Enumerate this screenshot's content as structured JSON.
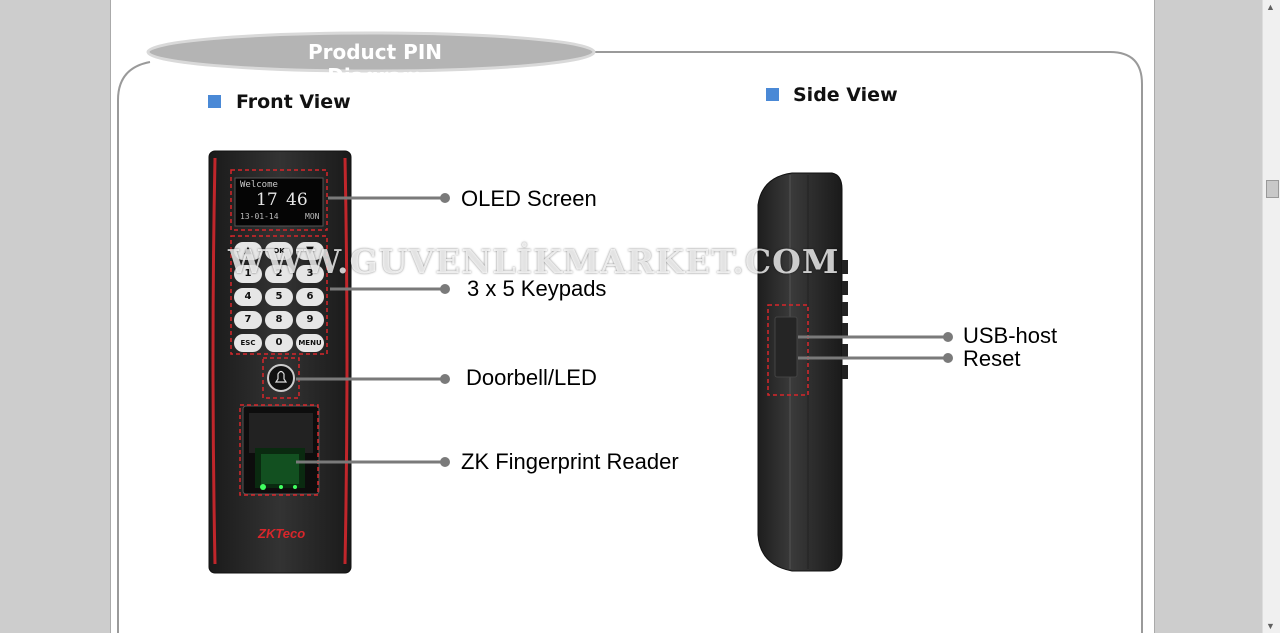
{
  "section_title": "Product PIN Diagram",
  "front_view": {
    "heading": "Front View",
    "screen": {
      "line1": "Welcome",
      "time_h": "17",
      "time_m": "46",
      "date": "13-01-14",
      "day": "MON"
    },
    "keypad": [
      [
        "▲",
        "OK",
        "▼"
      ],
      [
        "1",
        "2",
        "3"
      ],
      [
        "4",
        "5",
        "6"
      ],
      [
        "7",
        "8",
        "9"
      ],
      [
        "ESC",
        "0",
        "MENU"
      ]
    ],
    "brand": "ZKTeco",
    "callouts": [
      "OLED Screen",
      "3 x 5 Keypads",
      "Doorbell/LED",
      "ZK Fingerprint Reader"
    ]
  },
  "side_view": {
    "heading": "Side View",
    "callouts": [
      "USB-host",
      "Reset"
    ]
  },
  "watermark": "WWW.GUVENLİKMARKET.COM",
  "colors": {
    "accent_blue": "#4a89d6",
    "highlight_red": "#d8262b",
    "frame_gray": "#9a9a9a"
  }
}
